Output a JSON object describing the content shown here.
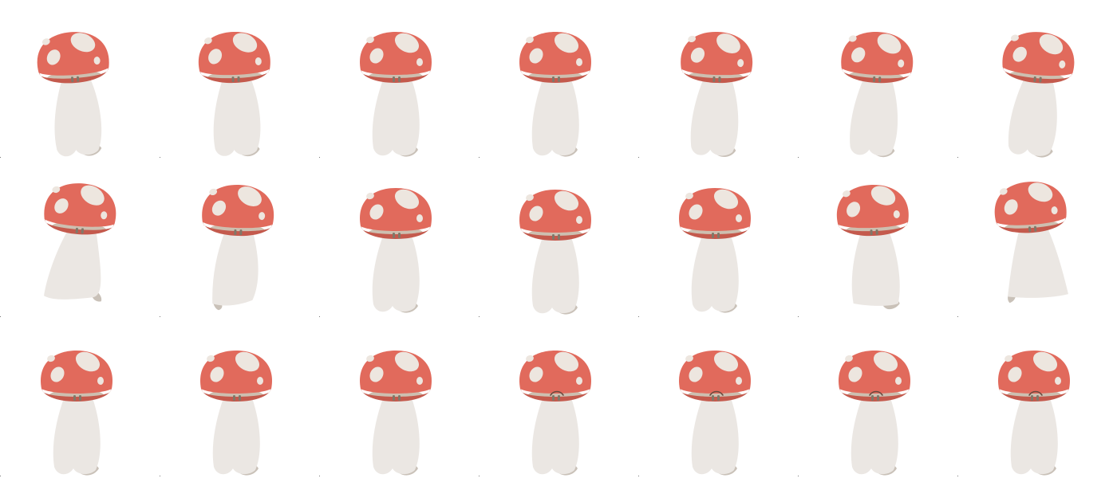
{
  "sprite_sheet": {
    "rows": 3,
    "cols": 7,
    "colors": {
      "cap": "#e16a5c",
      "cap_rim": "#c45a4d",
      "spots": "#ede6df",
      "stem": "#ebe7e3",
      "stem_shadow": "#c9c1b8",
      "gill": "#cdbfb0",
      "eyes": "#807869",
      "brow": "#6a4a3f",
      "marker": "#777777"
    },
    "animations": [
      {
        "row": "idle",
        "frames": [
          {
            "tilt": -4,
            "bob": 0,
            "stem": "idle",
            "brow": false
          },
          {
            "tilt": -2,
            "bob": 0,
            "stem": "idle",
            "brow": false
          },
          {
            "tilt": 0,
            "bob": 0,
            "stem": "idle",
            "brow": false
          },
          {
            "tilt": 0,
            "bob": 0,
            "stem": "idle",
            "brow": false
          },
          {
            "tilt": 2,
            "bob": 0,
            "stem": "idle",
            "brow": false
          },
          {
            "tilt": 3,
            "bob": 0,
            "stem": "idle",
            "brow": false
          },
          {
            "tilt": 5,
            "bob": 0,
            "stem": "idle",
            "brow": false
          }
        ]
      },
      {
        "row": "walk",
        "frames": [
          {
            "tilt": 4,
            "bob": -10,
            "stem": "stride-right",
            "brow": false
          },
          {
            "tilt": 2,
            "bob": -8,
            "stem": "step-left",
            "brow": false
          },
          {
            "tilt": 0,
            "bob": -4,
            "stem": "idle",
            "brow": false
          },
          {
            "tilt": 0,
            "bob": -2,
            "stem": "idle",
            "brow": false
          },
          {
            "tilt": 0,
            "bob": -4,
            "stem": "idle",
            "brow": false
          },
          {
            "tilt": -2,
            "bob": -8,
            "stem": "step-right",
            "brow": false
          },
          {
            "tilt": -4,
            "bob": -12,
            "stem": "stride-left",
            "brow": false
          }
        ]
      },
      {
        "row": "blink",
        "frames": [
          {
            "tilt": 0,
            "bob": 0,
            "stem": "idle",
            "brow": false
          },
          {
            "tilt": 0,
            "bob": 0,
            "stem": "idle",
            "brow": false
          },
          {
            "tilt": 0,
            "bob": 0,
            "stem": "idle",
            "brow": false
          },
          {
            "tilt": 0,
            "bob": 0,
            "stem": "idle",
            "brow": true
          },
          {
            "tilt": 0,
            "bob": 0,
            "stem": "idle",
            "brow": true
          },
          {
            "tilt": 0,
            "bob": 0,
            "stem": "idle",
            "brow": true
          },
          {
            "tilt": 0,
            "bob": 0,
            "stem": "idle",
            "brow": true
          }
        ]
      }
    ]
  }
}
